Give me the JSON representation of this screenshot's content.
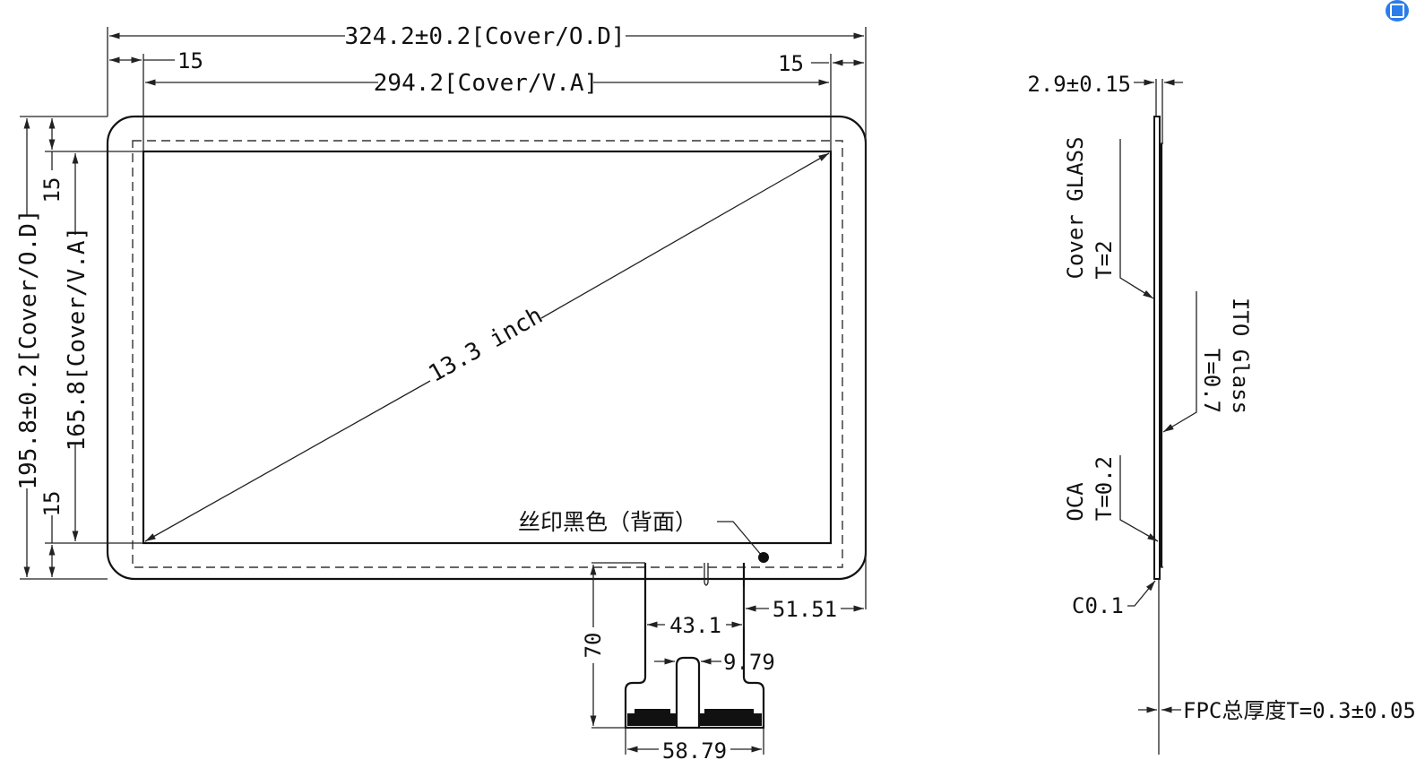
{
  "front_view": {
    "overall_width": "324.2±0.2[Cover/O.D]",
    "va_width": "294.2[Cover/V.A]",
    "left_margin": "15",
    "right_margin": "15",
    "overall_height": "195.8±0.2[Cover/O.D]",
    "va_height": "165.8[Cover/V.A]",
    "top_margin": "15",
    "bottom_margin": "15",
    "diagonal": "13.3 inch",
    "silk_note": "丝印黑色（背面）"
  },
  "fpc": {
    "length": "70",
    "neck_width": "43.1",
    "slot_width": "9.79",
    "offset_right": "51.51",
    "tail_width": "58.79"
  },
  "side_view": {
    "total_thickness": "2.9±0.15",
    "cover_glass": "Cover GLASS",
    "cover_thickness": "T=2",
    "ito_glass": "ITO Glass",
    "ito_thickness": "T=0.7",
    "oca": "OCA",
    "oca_thickness": "T=0.2",
    "chamfer": "C0.1",
    "fpc_thickness": "FPC总厚度T=0.3±0.05"
  },
  "colors": {
    "line": "#222222",
    "badge": "#2b7de9"
  },
  "icons": {
    "corner_badge": "app-badge-icon"
  }
}
